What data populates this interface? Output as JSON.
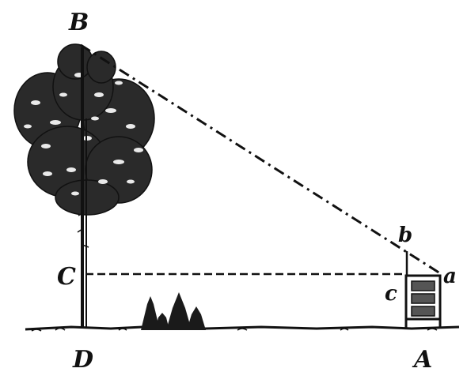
{
  "figure": {
    "labels": {
      "B": "B",
      "C": "C",
      "D": "D",
      "A": "A",
      "b": "b",
      "c": "c",
      "a": "a"
    },
    "colors": {
      "ink": "#111111",
      "background": "#ffffff"
    },
    "icons": [
      "tree-icon",
      "bushes-icon",
      "measuring-staff-icon"
    ]
  }
}
